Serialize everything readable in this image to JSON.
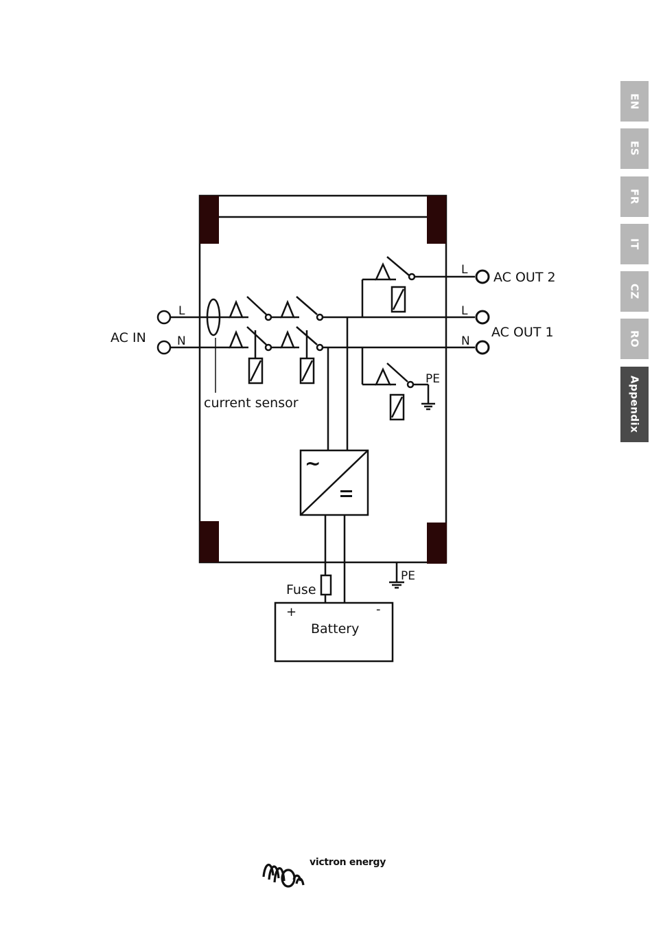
{
  "language_tabs": [
    {
      "label": "EN",
      "active": false
    },
    {
      "label": "ES",
      "active": false
    },
    {
      "label": "FR",
      "active": false
    },
    {
      "label": "IT",
      "active": false
    },
    {
      "label": "CZ",
      "active": false
    },
    {
      "label": "RO",
      "active": false
    },
    {
      "label": "Appendix",
      "active": true
    }
  ],
  "diagram": {
    "ac_in": "AC IN",
    "in_line": "L",
    "in_neutral": "N",
    "current_sensor": "current sensor",
    "out2_line": "L",
    "ac_out_2": "AC OUT 2",
    "out1_line": "L",
    "out1_neutral": "N",
    "ac_out_1": "AC OUT 1",
    "pe_relay": "PE",
    "pe_ground": "PE",
    "converter_ac_symbol": "~",
    "converter_dc_symbol": "=",
    "fuse": "Fuse",
    "battery_plus": "+",
    "battery_minus": "-",
    "battery": "Battery"
  },
  "footer": {
    "brand": "victron energy",
    "logo_icon": "victron-logo-icon"
  }
}
